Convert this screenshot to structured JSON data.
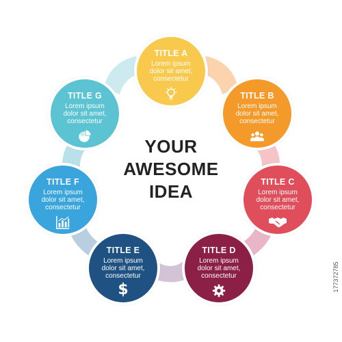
{
  "center": {
    "line1": "YOUR",
    "line2": "AWESOME",
    "line3": "IDEA"
  },
  "stock_id": "177372785",
  "nodes": [
    {
      "title": "TITLE A",
      "line1": "Lorem ipsum",
      "line2": "dolor sit amet,",
      "line3": "consectetur",
      "icon": "lightbulb-icon",
      "color": "#f9c94e"
    },
    {
      "title": "TITLE B",
      "line1": "Lorem ipsum",
      "line2": "dolor sit amet,",
      "line3": "consectetur",
      "icon": "people-icon",
      "color": "#f39a2a"
    },
    {
      "title": "TITLE C",
      "line1": "Lorem ipsum",
      "line2": "dolor sit amet,",
      "line3": "consectetur",
      "icon": "handshake-icon",
      "color": "#e04e5b"
    },
    {
      "title": "TITLE D",
      "line1": "Lorem ipsum",
      "line2": "dolor sit amet,",
      "line3": "consectetur",
      "icon": "gear-icon",
      "color": "#8b1f45"
    },
    {
      "title": "TITLE E",
      "line1": "Lorem ipsum",
      "line2": "dolor sit amet,",
      "line3": "consectetur",
      "icon": "dollar-icon",
      "icon_text": "$",
      "color": "#1f5282"
    },
    {
      "title": "TITLE F",
      "line1": "Lorem ipsum",
      "line2": "dolor sit amet,",
      "line3": "consectetur",
      "icon": "bar-chart-icon",
      "color": "#3aa4dd"
    },
    {
      "title": "TITLE G",
      "line1": "Lorem ipsum",
      "line2": "dolor sit amet,",
      "line3": "consectetur",
      "icon": "pie-chart-icon",
      "color": "#5bc3d1"
    }
  ],
  "connector_colors": [
    "#fbd3ad",
    "#f6c3c6",
    "#e8b6c6",
    "#d2c3d6",
    "#b9cfe0",
    "#b9e1ea",
    "#cdebef"
  ]
}
